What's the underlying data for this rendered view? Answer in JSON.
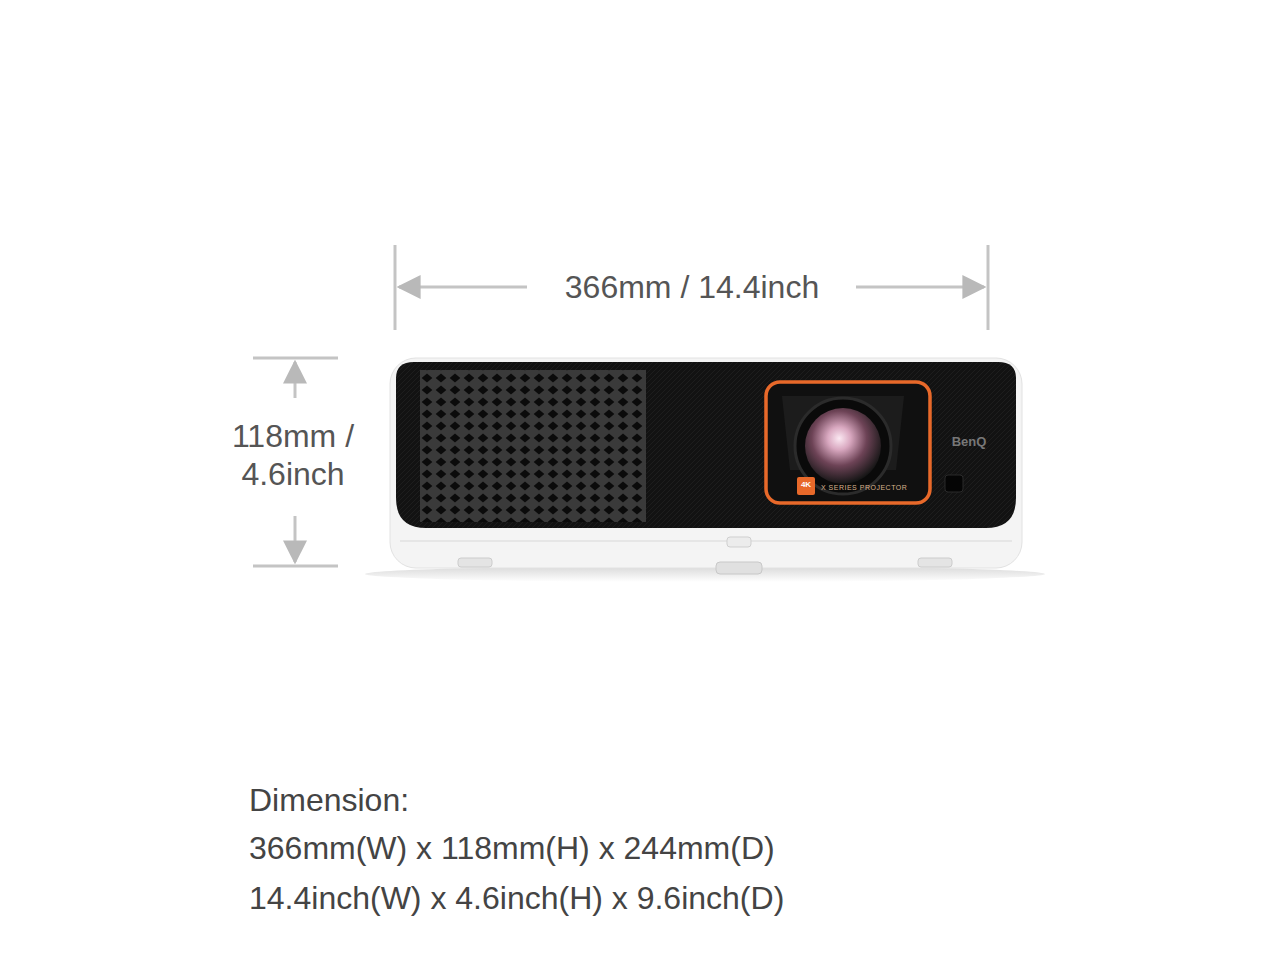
{
  "diagram": {
    "labels": [
      "366mm / 14.4inch",
      "118mm / 4.6inch",
      "BenQ",
      "4K",
      "X SERIES PROJECTOR",
      "Dimension:",
      "366mm(W) x 118mm(H) x 244mm(D)",
      "14.4inch(W) x 4.6inch(H) x 9.6inch(D)"
    ]
  }
}
